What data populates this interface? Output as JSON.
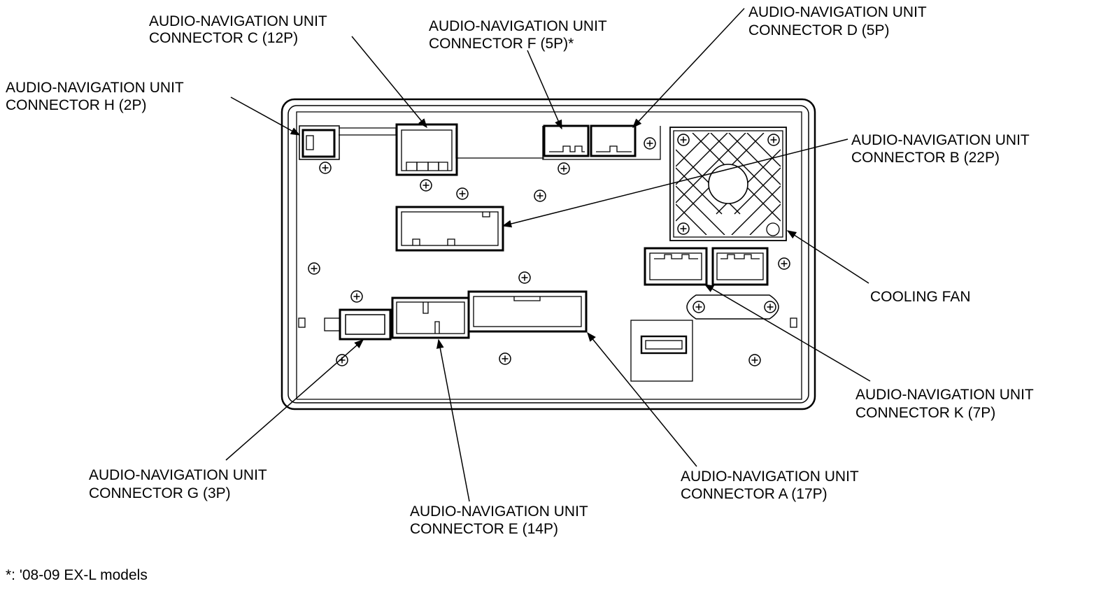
{
  "labels": {
    "connector_c": {
      "line1": "AUDIO-NAVIGATION UNIT",
      "line2": "CONNECTOR C (12P)"
    },
    "connector_f": {
      "line1": "AUDIO-NAVIGATION UNIT",
      "line2": "CONNECTOR F (5P)*"
    },
    "connector_d": {
      "line1": "AUDIO-NAVIGATION UNIT",
      "line2": "CONNECTOR D (5P)"
    },
    "connector_h": {
      "line1": "AUDIO-NAVIGATION UNIT",
      "line2": "CONNECTOR H (2P)"
    },
    "connector_b": {
      "line1": "AUDIO-NAVIGATION UNIT",
      "line2": "CONNECTOR B (22P)"
    },
    "cooling_fan": {
      "line1": "COOLING FAN"
    },
    "connector_k": {
      "line1": "AUDIO-NAVIGATION UNIT",
      "line2": "CONNECTOR K (7P)"
    },
    "connector_g": {
      "line1": "AUDIO-NAVIGATION UNIT",
      "line2": "CONNECTOR G (3P)"
    },
    "connector_e": {
      "line1": "AUDIO-NAVIGATION UNIT",
      "line2": "CONNECTOR E (14P)"
    },
    "connector_a": {
      "line1": "AUDIO-NAVIGATION UNIT",
      "line2": "CONNECTOR A (17P)"
    }
  },
  "footnote": "*: '08-09 EX-L models",
  "colors": {
    "ink": "#000000",
    "background": "#ffffff"
  }
}
